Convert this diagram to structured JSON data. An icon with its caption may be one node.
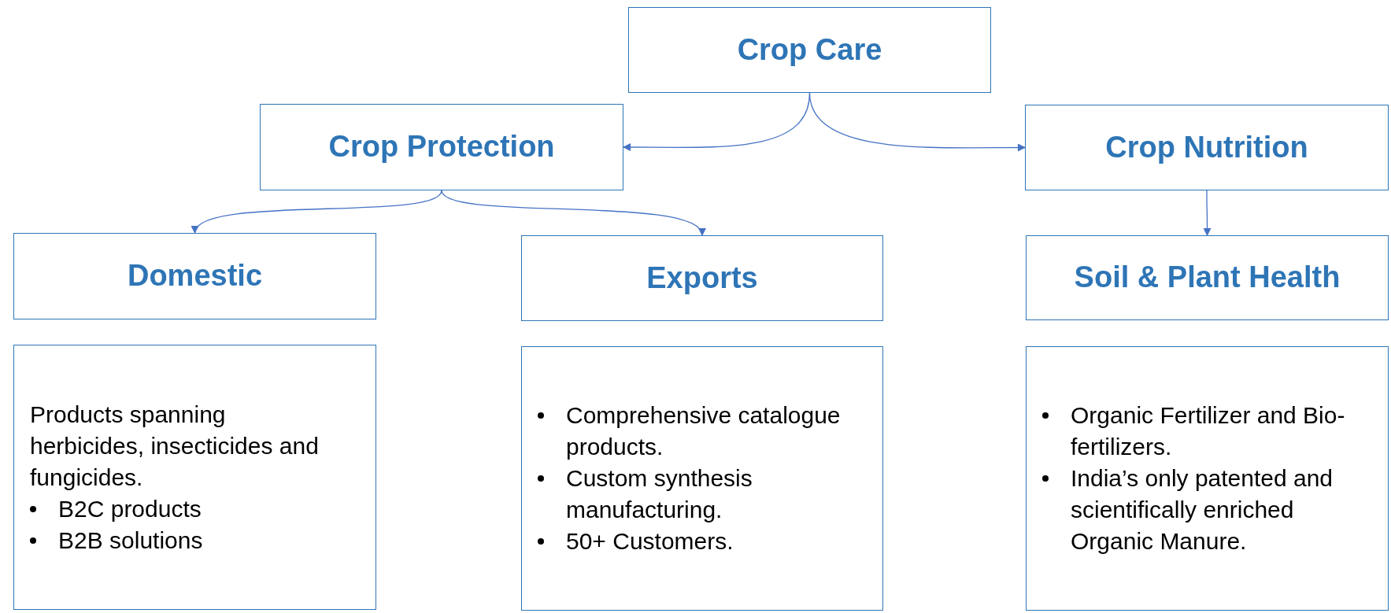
{
  "diagram": {
    "nodes": [
      {
        "text": [
          "Crop Care"
        ]
      },
      {
        "text": [
          "Crop Protection"
        ]
      },
      {
        "text": [
          "Crop Nutrition"
        ]
      },
      {
        "text": [
          "Domestic"
        ]
      },
      {
        "text": [
          "Exports"
        ]
      },
      {
        "text": [
          "Soil & Plant Health"
        ]
      },
      {
        "text": [
          "Products spanning herbicides, insecticides and fungicides.",
          "B2C products",
          "B2B solutions"
        ]
      },
      {
        "text": [
          "Comprehensive catalogue products.",
          "Custom synthesis manufacturing.",
          "50+ Customers."
        ]
      },
      {
        "text": [
          "Organic Fertilizer and Bio-fertilizers.",
          "India’s only patented and scientifically enriched Organic Manure."
        ]
      }
    ],
    "edges": [
      {
        "from": 0,
        "to": 1,
        "arrow": "to"
      },
      {
        "from": 0,
        "to": 2,
        "arrow": "to"
      },
      {
        "from": 1,
        "to": 3,
        "arrow": "to"
      },
      {
        "from": 1,
        "to": 4,
        "arrow": "to"
      },
      {
        "from": 2,
        "to": 5,
        "arrow": "to"
      }
    ]
  }
}
